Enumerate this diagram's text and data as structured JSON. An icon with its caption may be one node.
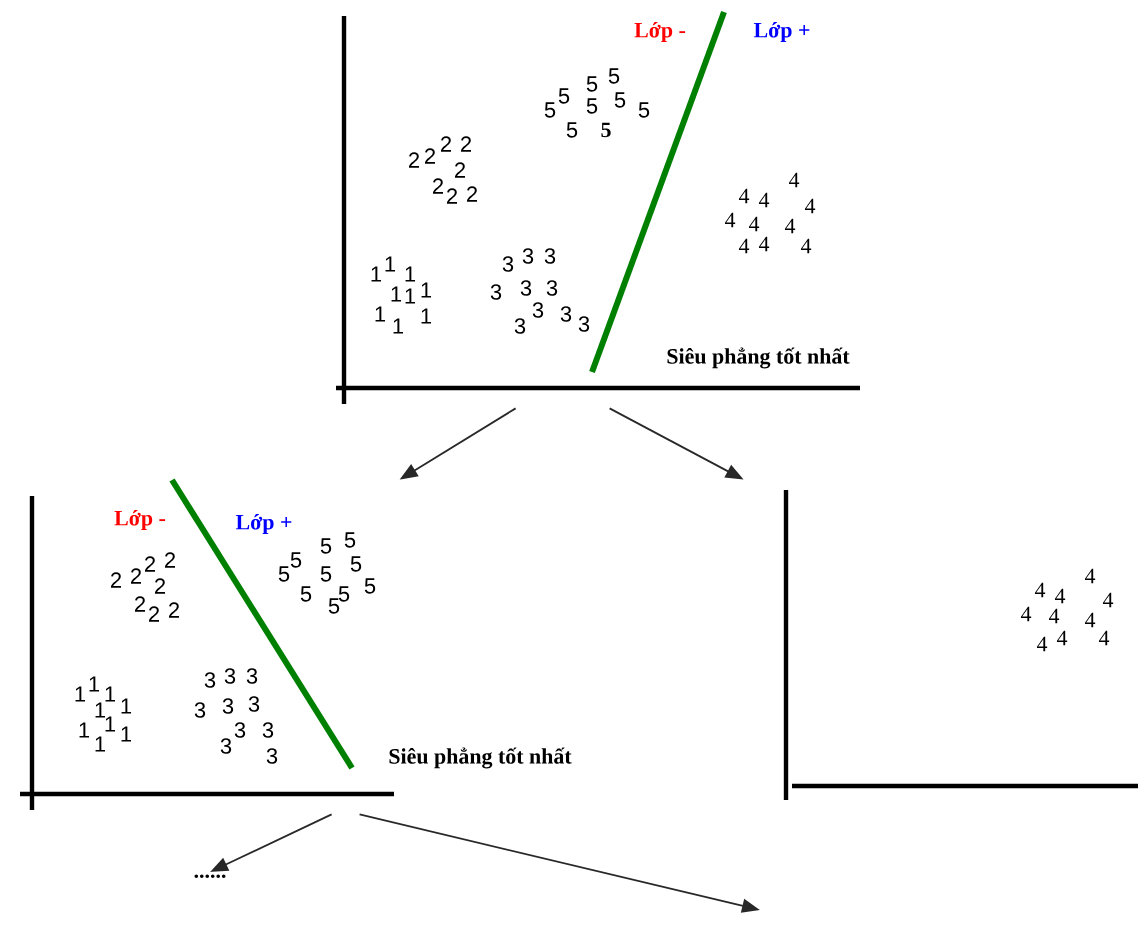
{
  "diagram": {
    "nodes": [
      {
        "text": [
          "Lớp -",
          "Lớp +",
          "1",
          "1",
          "1",
          "1",
          "1",
          "1",
          "1",
          "1",
          "1",
          "2",
          "2",
          "2",
          "2",
          "2",
          "2",
          "2",
          "2",
          "3",
          "3",
          "3",
          "3",
          "3",
          "3",
          "3",
          "3",
          "3",
          "3",
          "5",
          "5",
          "5",
          "5",
          "5",
          "5",
          "5",
          "5",
          "5",
          "4",
          "4",
          "4",
          "4",
          "4",
          "4",
          "4",
          "4",
          "4",
          "4",
          "Siêu phẳng tốt nhất"
        ]
      },
      {
        "text": [
          "Lớp -",
          "Lớp +",
          "2",
          "2",
          "2",
          "2",
          "2",
          "2",
          "2",
          "2",
          "5",
          "5",
          "5",
          "5",
          "5",
          "5",
          "5",
          "5",
          "5",
          "5",
          "1",
          "1",
          "1",
          "1",
          "1",
          "1",
          "1",
          "1",
          "1",
          "3",
          "3",
          "3",
          "3",
          "3",
          "3",
          "3",
          "3",
          "3",
          "3",
          "Siêu phẳng tốt nhất"
        ]
      },
      {
        "text": [
          "4",
          "4",
          "4",
          "4",
          "4",
          "4",
          "4",
          "4",
          "4",
          "4"
        ]
      },
      {
        "text": [
          "......"
        ]
      }
    ],
    "edges": [
      {
        "from": 0,
        "to": 1,
        "arrow": "to"
      },
      {
        "from": 0,
        "to": 2,
        "arrow": "to"
      },
      {
        "from": 1,
        "to": 3,
        "arrow": "to"
      },
      {
        "from": 1,
        "to": null,
        "arrow": "to"
      }
    ]
  }
}
